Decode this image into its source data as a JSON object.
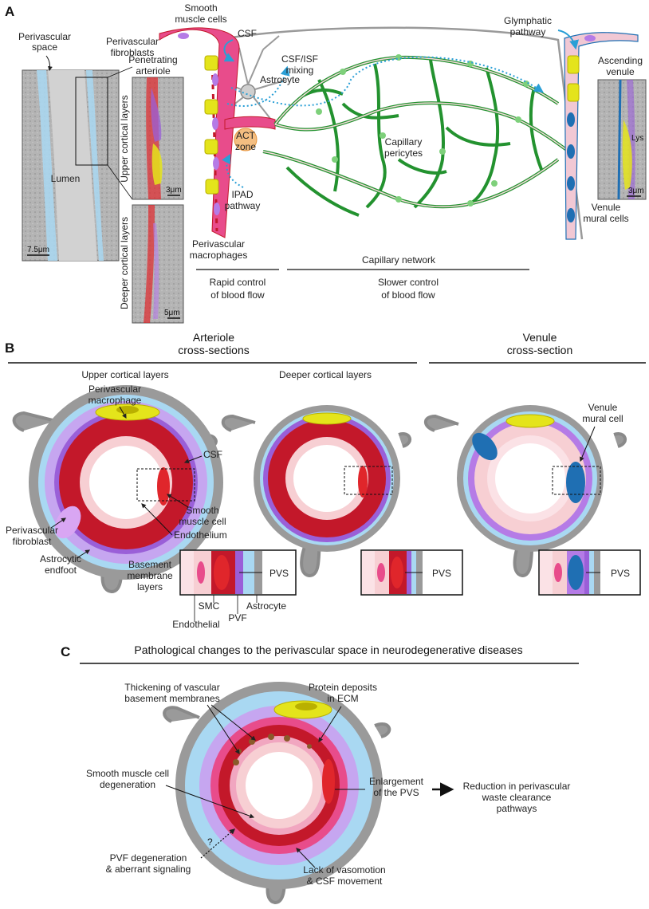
{
  "colors": {
    "cyan": "#2a9fd6",
    "red": "#e0262b",
    "darkred": "#c3182a",
    "pink": "#e84c8b",
    "violet": "#b57be6",
    "purple": "#9a5fd8",
    "yellow": "#e4e41b",
    "olive": "#b9b000",
    "green": "#23922f",
    "blue": "#1f6fb3",
    "gray": "#9a9a9a",
    "lightblue": "#a9d8f2"
  },
  "panelA": {
    "letter": "A",
    "perivascular_space": [
      "Perivascular",
      "space"
    ],
    "lumen": "Lumen",
    "scale_em": "7.5μm",
    "penetrating_arteriole": [
      "Penetrating",
      "arteriole"
    ],
    "upper_cortical_layers": "Upper cortical layers",
    "deeper_cortical_layers": "Deeper cortical layers",
    "scale_3um_left": "3μm",
    "scale_5um": "5μm",
    "perivascular_fibroblasts": [
      "Perivascular",
      "fibroblasts"
    ],
    "smooth_muscle_cells": [
      "Smooth",
      "muscle cells"
    ],
    "csf": "CSF",
    "astrocyte": "Astrocyte",
    "csf_isf_mixing": [
      "CSF/ISF",
      "mixing"
    ],
    "act_zone": [
      "ACT",
      "zone"
    ],
    "capillary_pericytes": [
      "Capillary",
      "pericytes"
    ],
    "ipad_pathway": [
      "IPAD",
      "pathway"
    ],
    "perivascular_macrophages": [
      "Perivascular",
      "macrophages"
    ],
    "glymphatic_pathway": [
      "Glymphatic",
      "pathway"
    ],
    "ascending_venule": [
      "Ascending",
      "venule"
    ],
    "lys": "Lys",
    "scale_3um_right": "3μm",
    "venule_mural_cells": [
      "Venule",
      "mural cells"
    ],
    "capillary_network": "Capillary network",
    "rapid_control": [
      "Rapid control",
      "of blood flow"
    ],
    "slower_control": [
      "Slower control",
      "of blood flow"
    ]
  },
  "panelB": {
    "letter": "B",
    "arteriole_cross_sections": [
      "Arteriole",
      "cross-sections"
    ],
    "venule_cross_section": [
      "Venule",
      "cross-section"
    ],
    "upper_cortical_layers": "Upper cortical layers",
    "deeper_cortical_layers": "Deeper cortical layers",
    "perivascular_macrophage": [
      "Perivascular",
      "macrophage"
    ],
    "csf": "CSF",
    "smooth_muscle_cell": [
      "Smooth",
      "muscle cell"
    ],
    "endothelium": "Endothelium",
    "perivascular_fibroblast": [
      "Perivascular",
      "fibroblast"
    ],
    "astrocytic_endfoot": [
      "Astrocytic",
      "endfoot"
    ],
    "venule_mural_cell": [
      "Venule",
      "mural cell"
    ],
    "basement_membrane_layers": [
      "Basement",
      "membrane",
      "layers"
    ],
    "pvs": "PVS",
    "smc": "SMC",
    "astrocyte": "Astrocyte",
    "pvf": "PVF",
    "endothelial": "Endothelial"
  },
  "panelC": {
    "letter": "C",
    "title": "Pathological changes to the perivascular space in neurodegenerative diseases",
    "thickening": [
      "Thickening of vascular",
      "basement membranes"
    ],
    "protein_deposits": [
      "Protein deposits",
      "in ECM"
    ],
    "smc_degeneration": [
      "Smooth muscle cell",
      "degeneration"
    ],
    "enlargement": [
      "Enlargement",
      "of the PVS"
    ],
    "reduction": [
      "Reduction in perivascular",
      "waste clearance",
      "pathways"
    ],
    "question": "?",
    "pvf_degeneration": [
      "PVF degeneration",
      "& aberrant signaling"
    ],
    "lack_vasomotion": [
      "Lack of vasomotion",
      "& CSF movement"
    ]
  }
}
